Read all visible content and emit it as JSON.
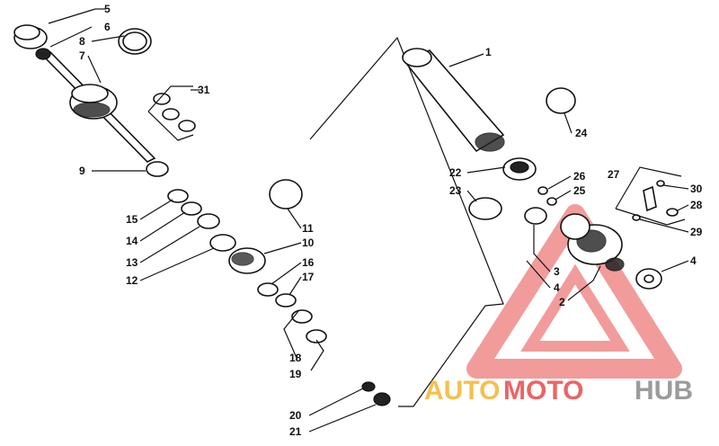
{
  "labels": {
    "l1": "1",
    "l2": "2",
    "l3": "3",
    "l4a": "4",
    "l4b": "4",
    "l5": "5",
    "l6": "6",
    "l7": "7",
    "l8": "8",
    "l9": "9",
    "l10": "10",
    "l11": "11",
    "l12": "12",
    "l13": "13",
    "l14": "14",
    "l15": "15",
    "l16": "16",
    "l17": "17",
    "l18": "18",
    "l19": "19",
    "l20": "20",
    "l21": "21",
    "l22": "22",
    "l23": "23",
    "l24": "24",
    "l25": "25",
    "l26": "26",
    "l27": "27",
    "l28": "28",
    "l29": "29",
    "l30": "30",
    "l31": "31"
  },
  "watermark": {
    "part1": "AUTO",
    "part2": "MOTO",
    "part3": "HUB",
    "color_orange": "#f2b632",
    "color_red": "#e84a4a",
    "color_gray": "#8a8a8a"
  }
}
